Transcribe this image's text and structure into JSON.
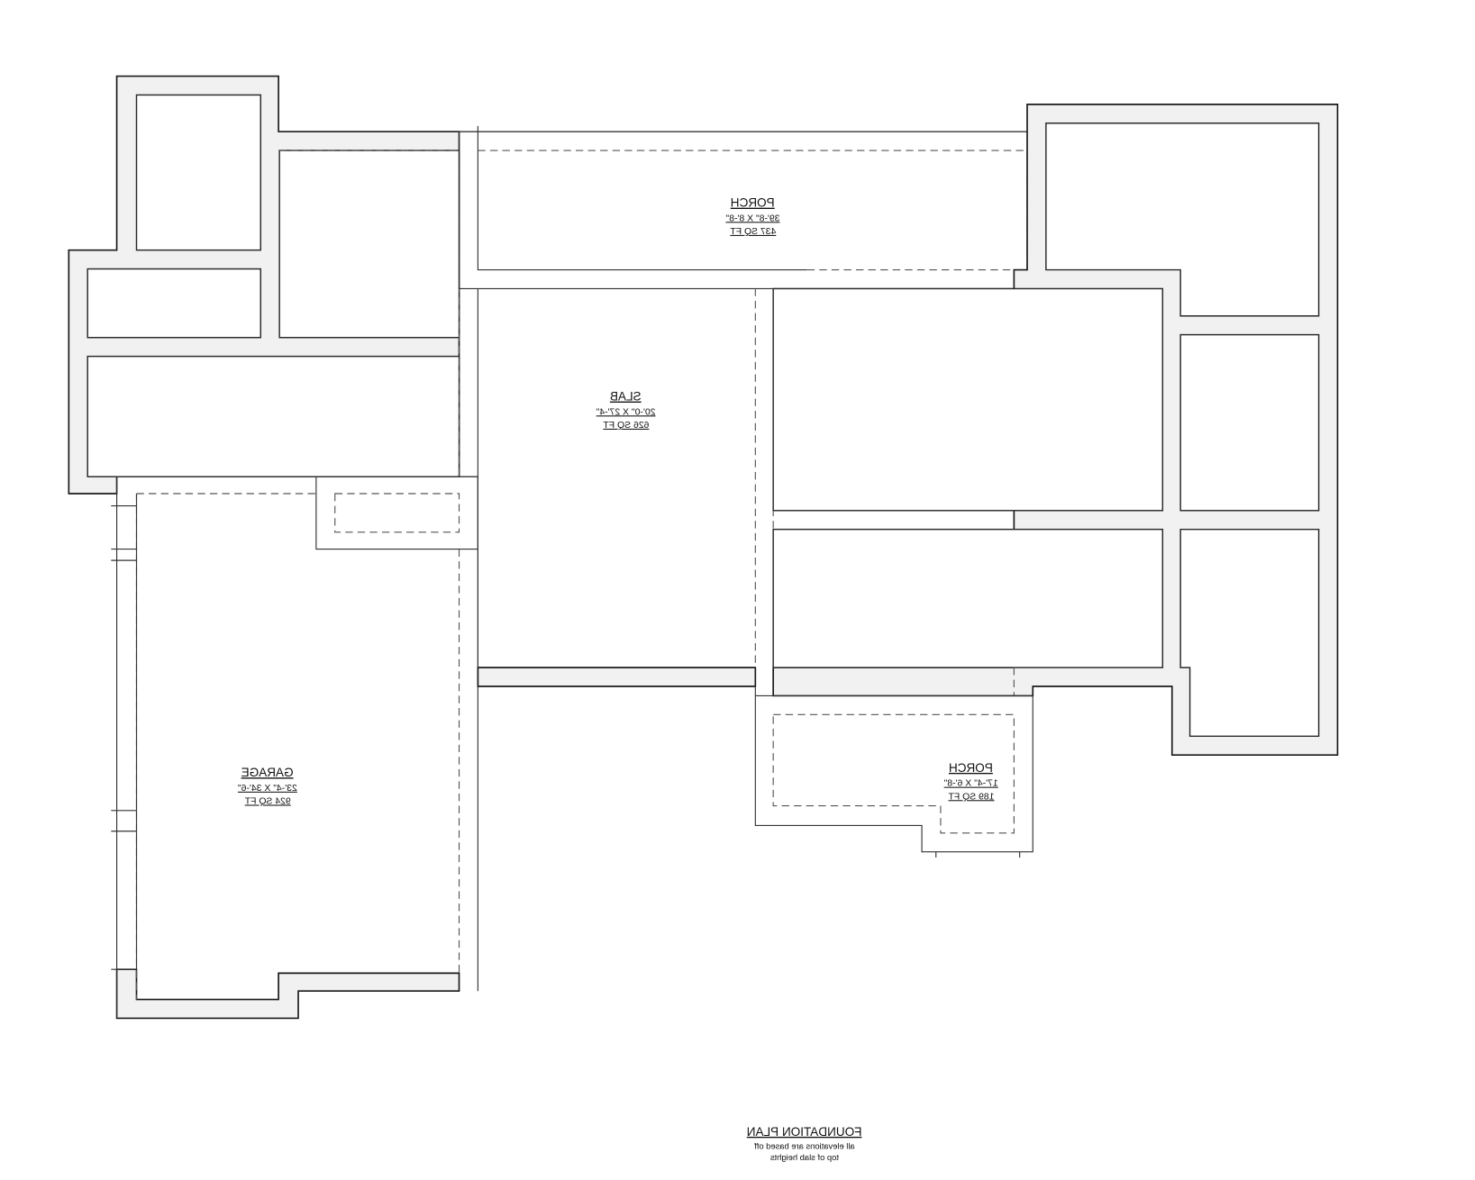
{
  "drawing": {
    "type": "architectural-floor-plan",
    "mirrored_horizontally": true,
    "title": "FOUNDATION PLAN",
    "notes": [
      "all elevations are based off",
      "top of slab heights"
    ],
    "note_underlined_phrase": "top of slab",
    "colors": {
      "line": "#1a1a1a",
      "wall_fill": "#f1f1f1",
      "background": "#ffffff"
    }
  },
  "areas": [
    {
      "id": "porch-top",
      "name": "PORCH",
      "dims": "39'-8\" X 8'-8\"",
      "sqft": "437 SQ FT"
    },
    {
      "id": "slab",
      "name": "SLAB",
      "dims": "20'-0\" X 27'-4\"",
      "sqft": "626 SQ FT"
    },
    {
      "id": "garage",
      "name": "GARAGE",
      "dims": "23'-4\" X 34'-6\"",
      "sqft": "924 SQ FT"
    },
    {
      "id": "porch-bottom",
      "name": "PORCH",
      "dims": "17'-4\" X 6'-8\"",
      "sqft": "189 SQ FT"
    }
  ]
}
